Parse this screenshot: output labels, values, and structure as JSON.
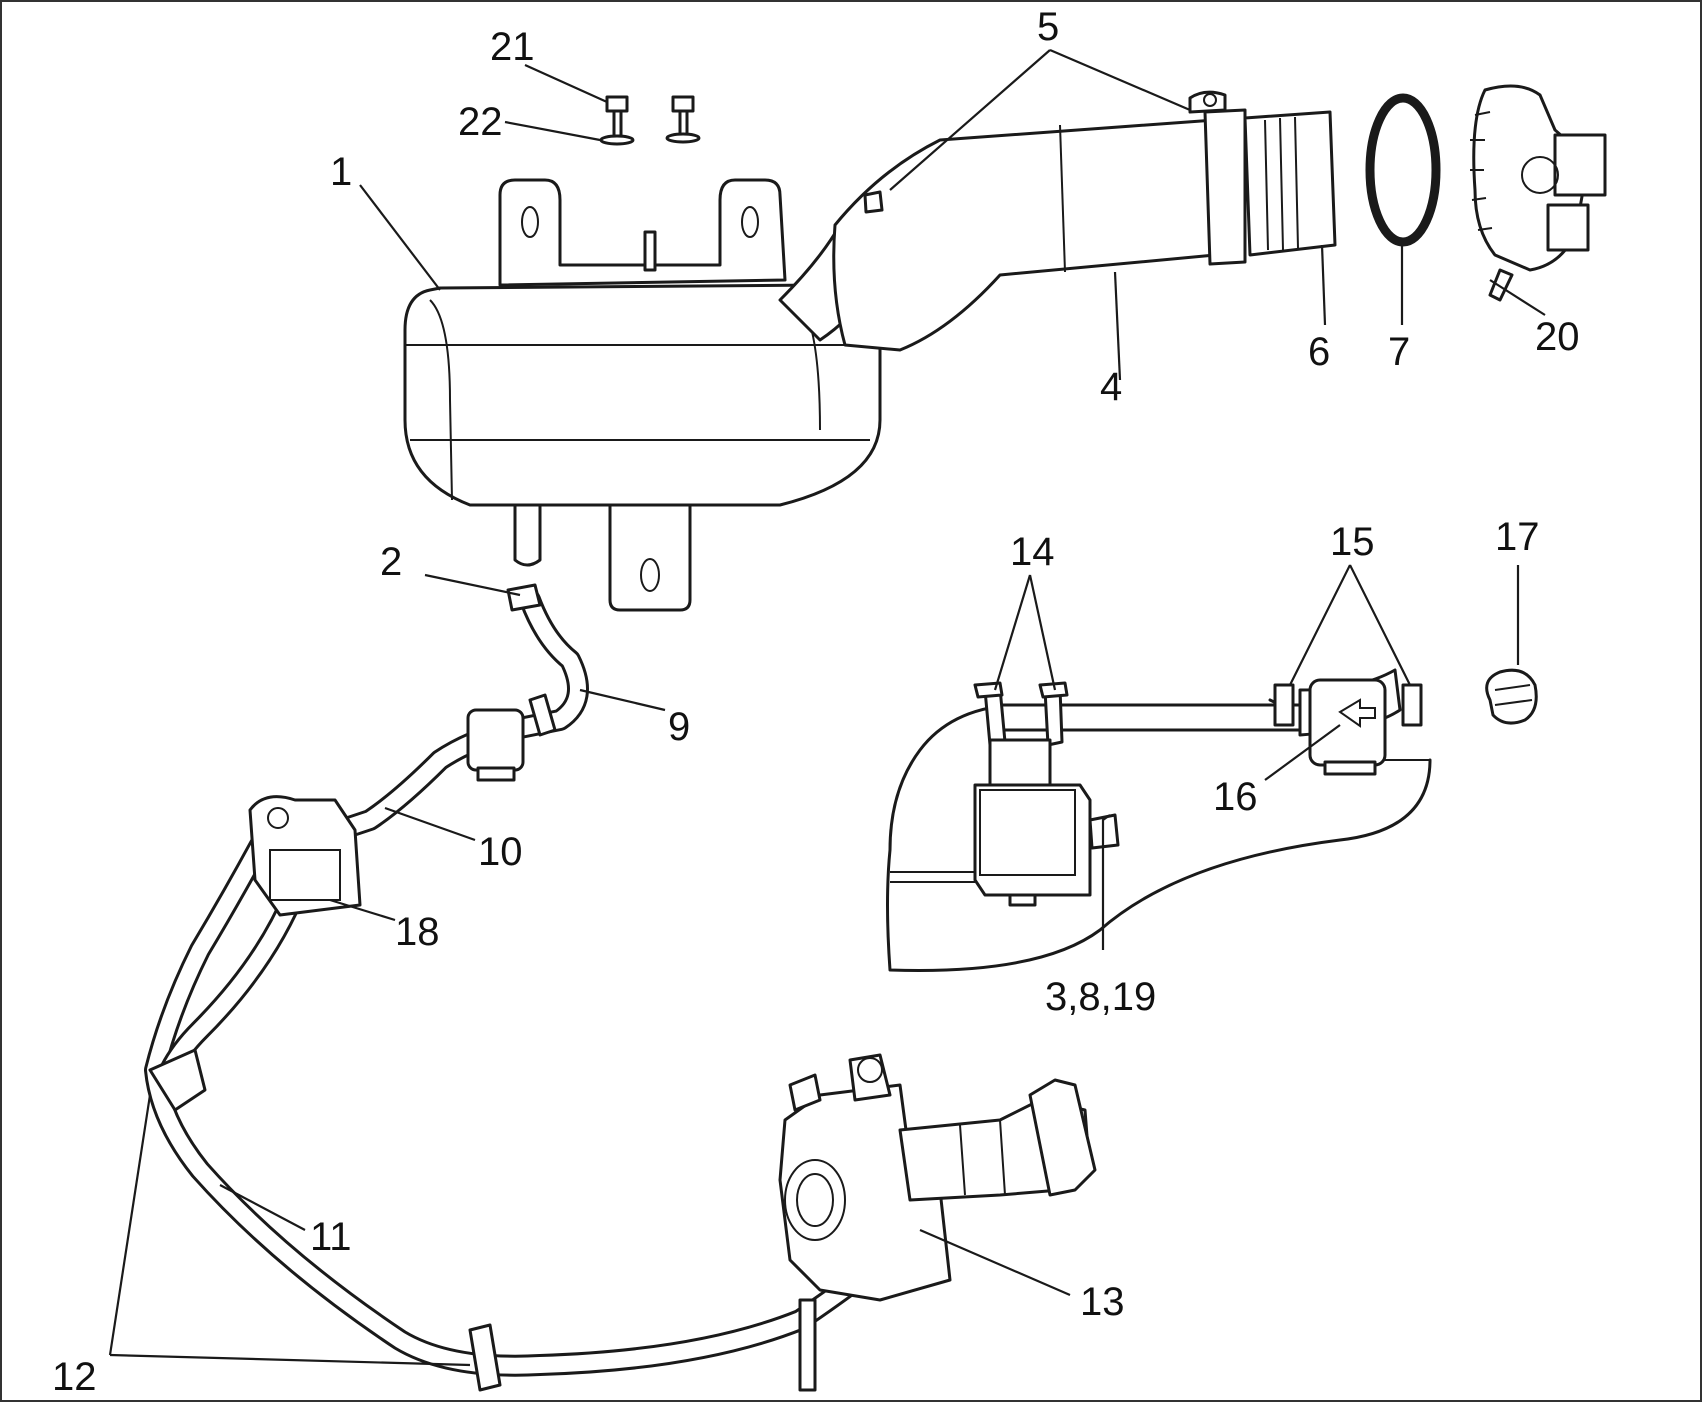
{
  "diagram": {
    "callouts": [
      {
        "id": "c1",
        "text": "1"
      },
      {
        "id": "c2",
        "text": "2"
      },
      {
        "id": "c3",
        "text": "3,8,19"
      },
      {
        "id": "c4",
        "text": "4"
      },
      {
        "id": "c5",
        "text": "5"
      },
      {
        "id": "c6",
        "text": "6"
      },
      {
        "id": "c7",
        "text": "7"
      },
      {
        "id": "c9",
        "text": "9"
      },
      {
        "id": "c10",
        "text": "10"
      },
      {
        "id": "c11",
        "text": "11"
      },
      {
        "id": "c12",
        "text": "12"
      },
      {
        "id": "c13",
        "text": "13"
      },
      {
        "id": "c14",
        "text": "14"
      },
      {
        "id": "c15",
        "text": "15"
      },
      {
        "id": "c16",
        "text": "16"
      },
      {
        "id": "c17",
        "text": "17"
      },
      {
        "id": "c18",
        "text": "18"
      },
      {
        "id": "c20",
        "text": "20"
      },
      {
        "id": "c21",
        "text": "21"
      },
      {
        "id": "c22",
        "text": "22"
      }
    ],
    "colors": {
      "line": "#1a1a1a",
      "background": "#ffffff"
    }
  }
}
